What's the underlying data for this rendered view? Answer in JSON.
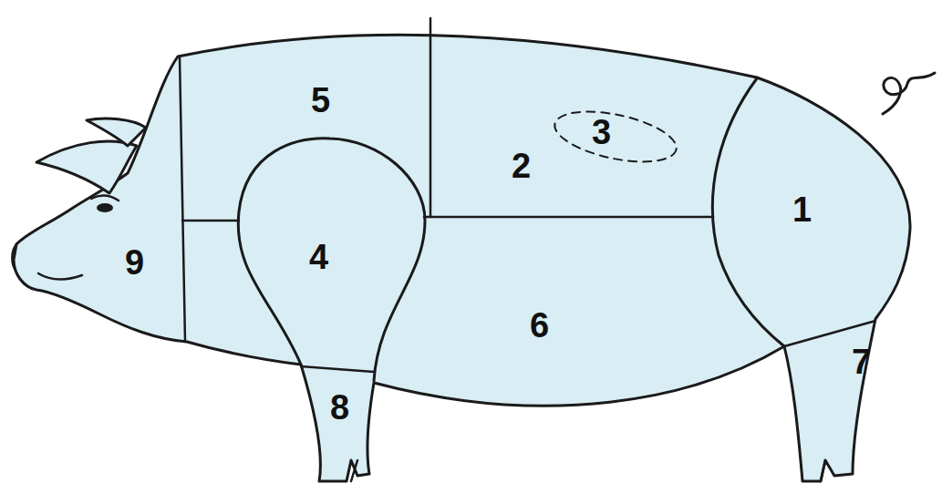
{
  "diagram": {
    "labels": [
      "5",
      "3",
      "2",
      "1",
      "9",
      "4",
      "6",
      "7",
      "8"
    ]
  }
}
